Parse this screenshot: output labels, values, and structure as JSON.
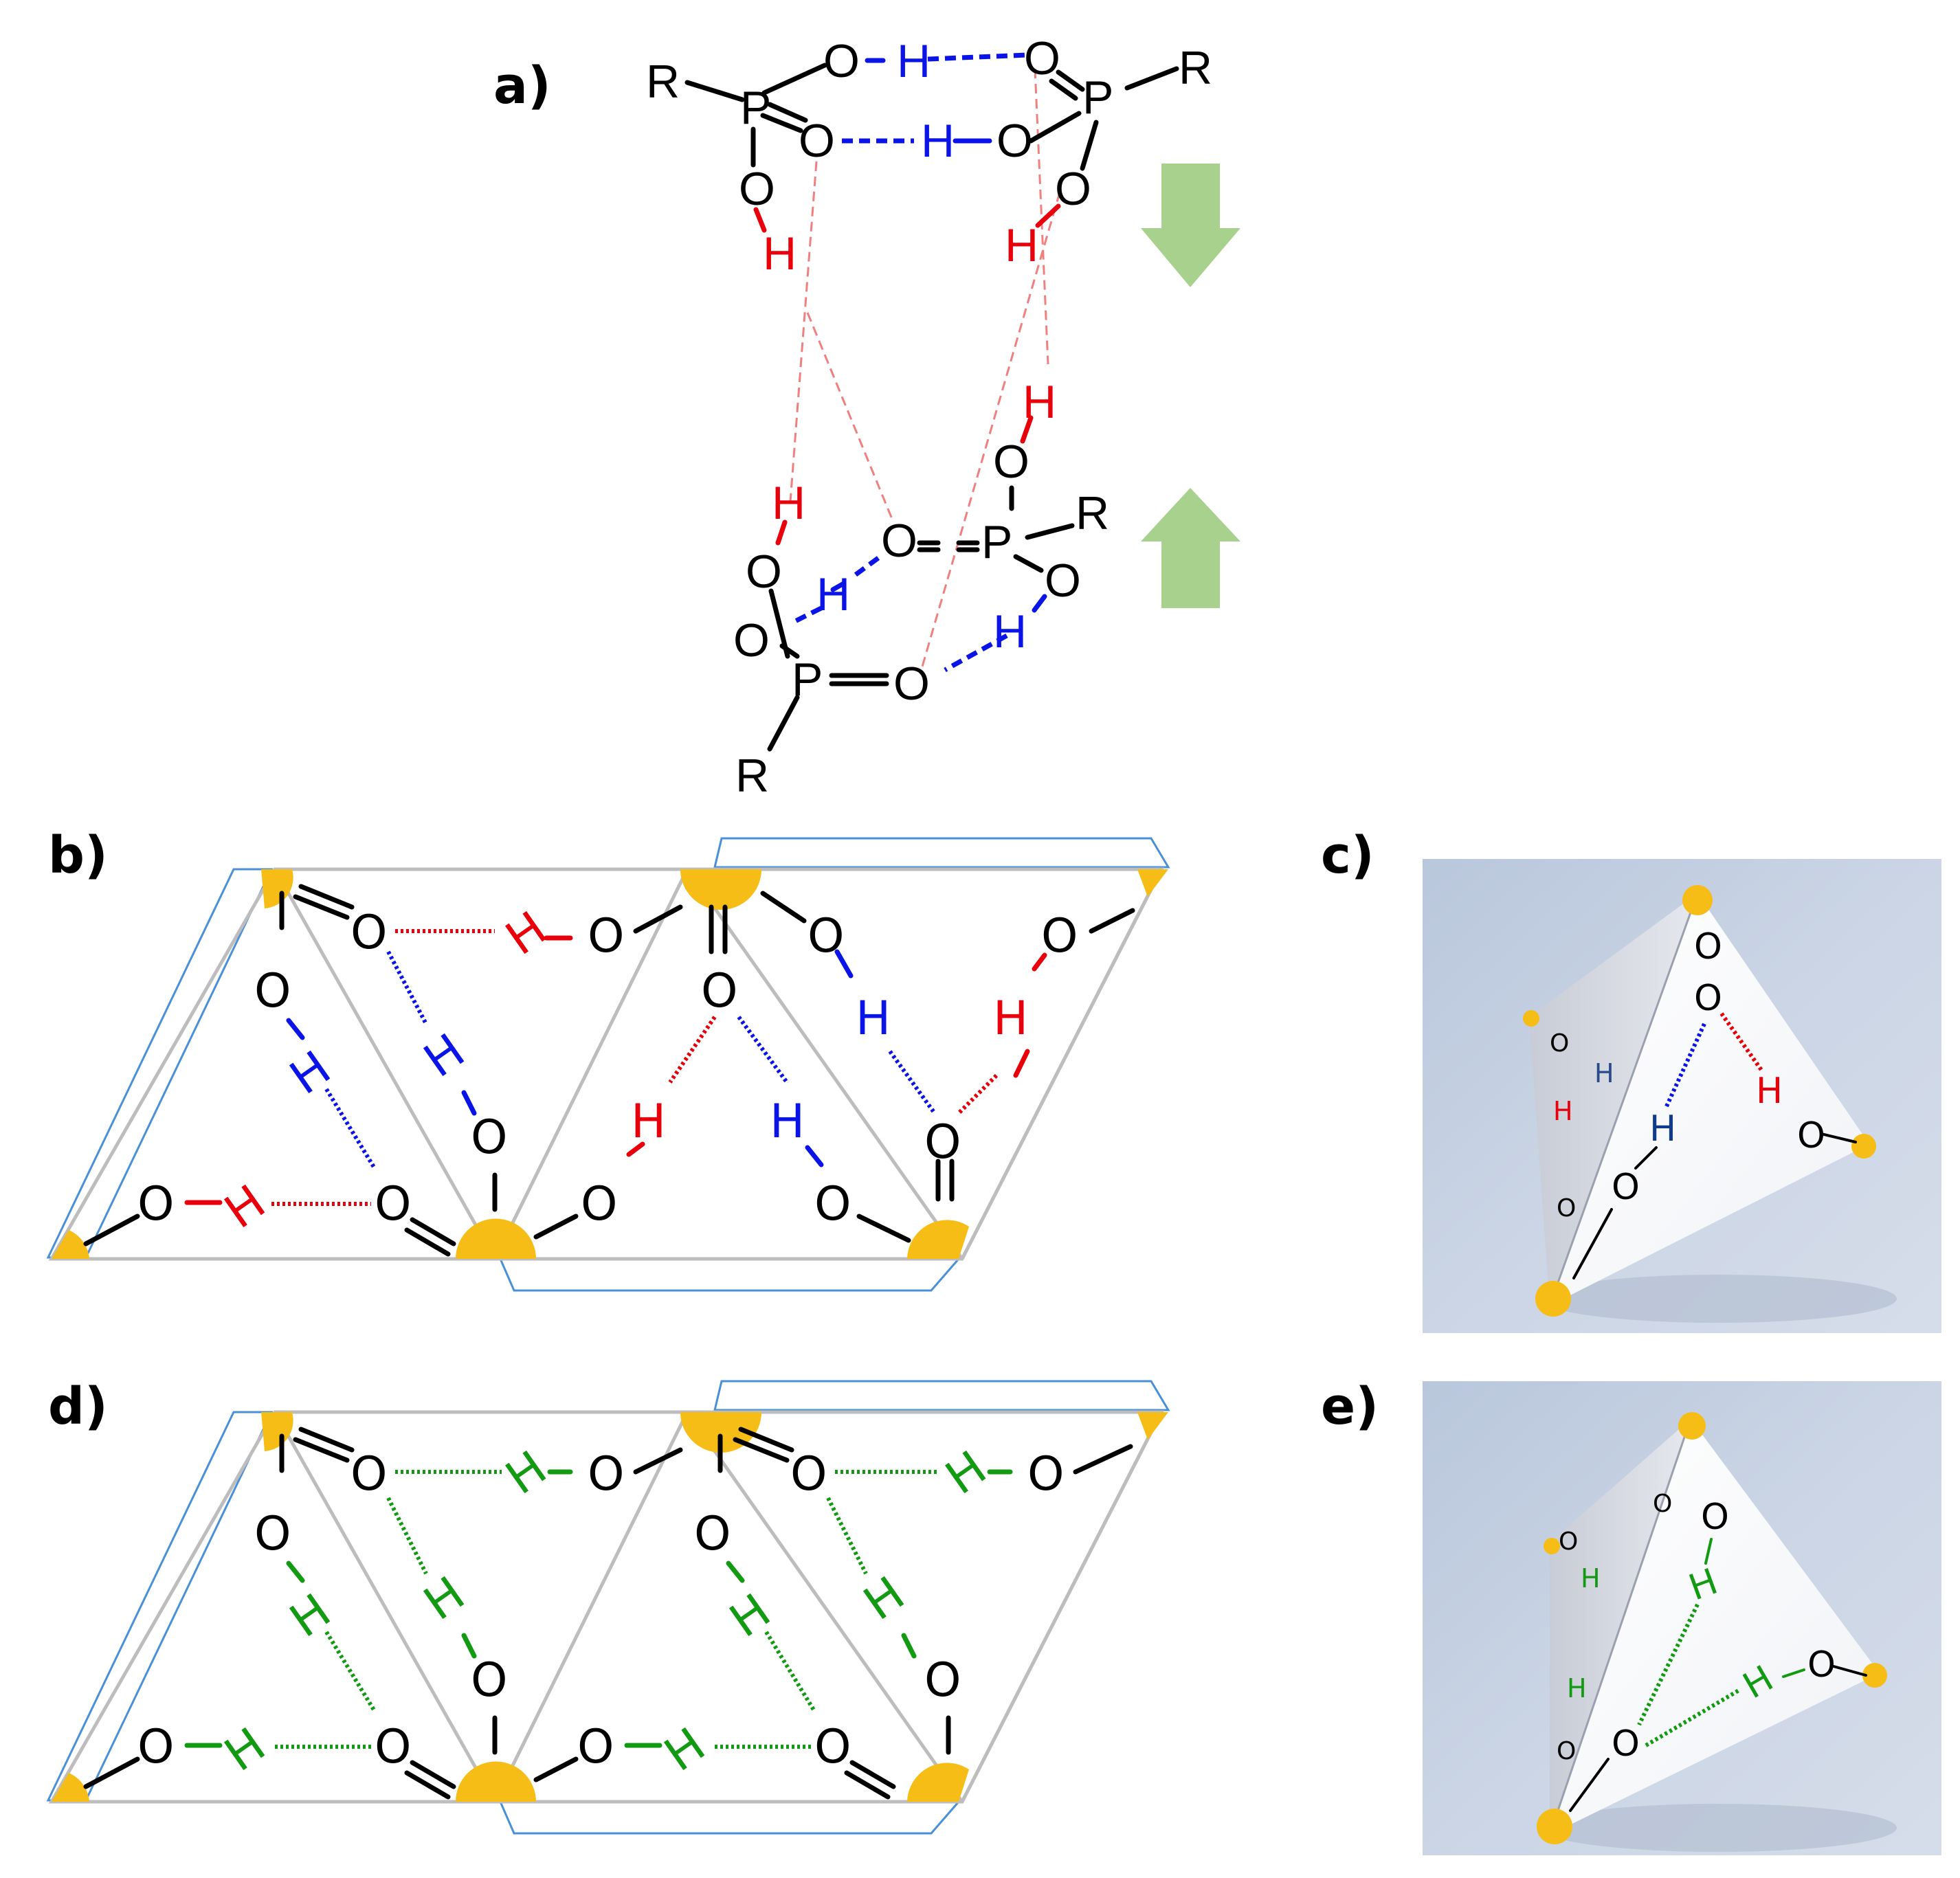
{
  "panels": {
    "a": {
      "label": "a)"
    },
    "b": {
      "label": "b)"
    },
    "c": {
      "label": "c)"
    },
    "d": {
      "label": "d)"
    },
    "e": {
      "label": "e)"
    }
  },
  "atoms": {
    "R": "R",
    "P": "P",
    "O": "O",
    "H": "H"
  },
  "colors": {
    "hbond_red": "#e8000b",
    "hbond_blue": "#0a14e6",
    "hbond_green": "#129a12",
    "vertex_gold": "#f6bd16",
    "arrow_green": "#a9d18e",
    "pink_contact": "#f08080",
    "net_outline": "#4a90d9",
    "triangle_edge": "#bdbdbd",
    "photo_background": "#c9d3e3"
  },
  "icons": {
    "down_arrow": "down-arrow-icon",
    "up_arrow": "up-arrow-icon"
  }
}
